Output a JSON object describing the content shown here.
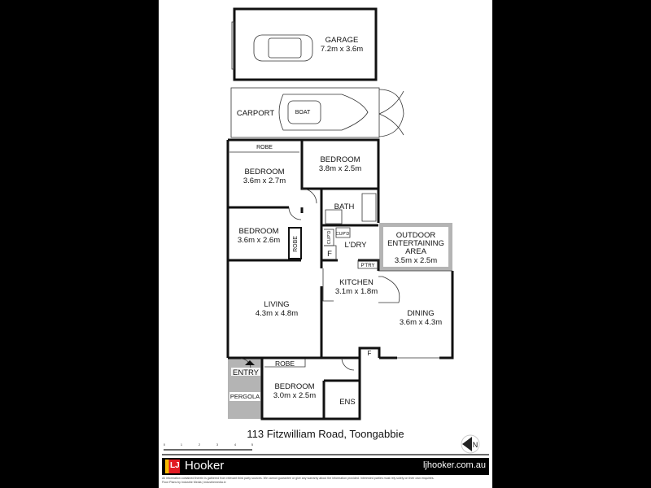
{
  "address": "113 Fitzwilliam Road, Toongabbie",
  "rooms": {
    "garage": {
      "name": "GARAGE",
      "size": "7.2m x 3.6m"
    },
    "carport": {
      "name": "CARPORT"
    },
    "boat": {
      "name": "BOAT"
    },
    "robe_top": {
      "name": "ROBE"
    },
    "bedroom1": {
      "name": "BEDROOM",
      "size": "3.6m x 2.7m"
    },
    "bedroom2": {
      "name": "BEDROOM",
      "size": "3.8m x 2.5m"
    },
    "bath": {
      "name": "BATH"
    },
    "bedroom3": {
      "name": "BEDROOM",
      "size": "3.6m x 2.6m"
    },
    "robe_side": {
      "name": "ROBE"
    },
    "cupd1": {
      "name": "CUP'D"
    },
    "cupd2": {
      "name": "CUP'D"
    },
    "laundry": {
      "name": "L'DRY"
    },
    "fridge1": {
      "name": "F"
    },
    "pantry": {
      "name": "P'TRY"
    },
    "outdoor": {
      "name1": "OUTDOOR",
      "name2": "ENTERTAINING",
      "name3": "AREA",
      "size": "3.5m x 2.5m"
    },
    "kitchen": {
      "name": "KITCHEN",
      "size": "3.1m x 1.8m"
    },
    "living": {
      "name": "LIVING",
      "size": "4.3m x 4.8m"
    },
    "dining": {
      "name": "DINING",
      "size": "3.6m x 4.3m"
    },
    "fridge2": {
      "name": "F"
    },
    "robe_bottom": {
      "name": "ROBE"
    },
    "entry": {
      "name": "ENTRY"
    },
    "pergola": {
      "name": "PERGOLA"
    },
    "bedroom4": {
      "name": "BEDROOM",
      "size": "3.0m x 2.5m"
    },
    "ensuite": {
      "name": "ENS"
    }
  },
  "scale": {
    "ticks": [
      "0",
      "1",
      "2",
      "3",
      "4",
      "5"
    ]
  },
  "compass": {
    "label": "N"
  },
  "brand": {
    "logo_text": "LJ",
    "name": "Hooker",
    "url": "ljhooker.com.au"
  },
  "disclaimer": {
    "line1": "All information contained therein is gathered from relevant third party sources. We cannot guarantee or give any warranty about the information provided. Interested parties must rely solely on their own enquiries.",
    "line2": "Floor Plans by Industrie Media | industriemedia.tv"
  },
  "colors": {
    "background": "#000000",
    "sheet": "#ffffff",
    "shaded": "#b4b4b4",
    "brand_red": "#e21b23",
    "brand_yellow": "#f5b800"
  }
}
